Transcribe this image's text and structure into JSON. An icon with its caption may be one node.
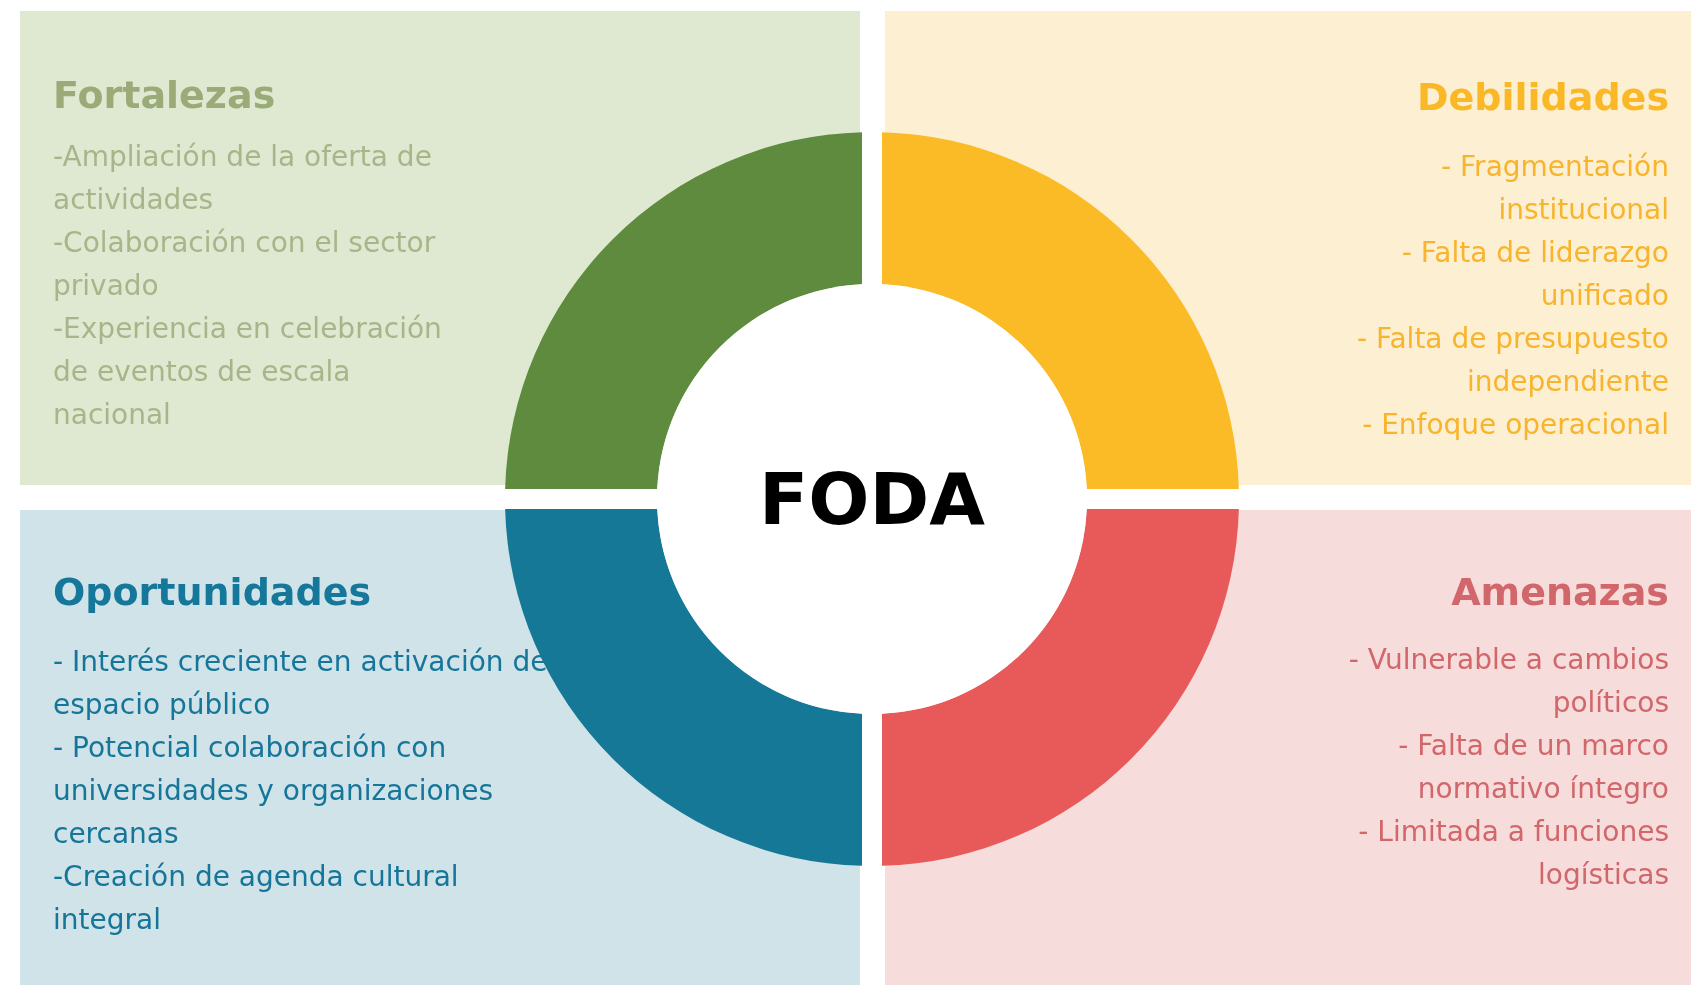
{
  "diagram": {
    "nodes": [
      {
        "text": [
          "Fortalezas",
          "-Ampliación de la oferta de actividades",
          "-Colaboración con el sector privado",
          "-Experiencia en celebración de eventos de escala nacional"
        ]
      },
      {
        "text": [
          "Debilidades",
          "- Fragmentación institucional",
          "- Falta de liderazgo unificado",
          "- Falta de presupuesto independiente",
          "- Enfoque operacional"
        ]
      },
      {
        "text": [
          "FODA"
        ]
      },
      {
        "text": [
          "Oportunidades",
          "- Interés creciente en activación de espacio público",
          "- Potencial colaboración con universidades y organizaciones cercanas",
          "-Creación de agenda cultural integral"
        ]
      },
      {
        "text": [
          "Amenazas",
          "- Vulnerable a cambios políticos",
          "- Falta de un marco normativo íntegro",
          "- Limitada a funciones logísticas"
        ]
      }
    ],
    "edges": []
  }
}
